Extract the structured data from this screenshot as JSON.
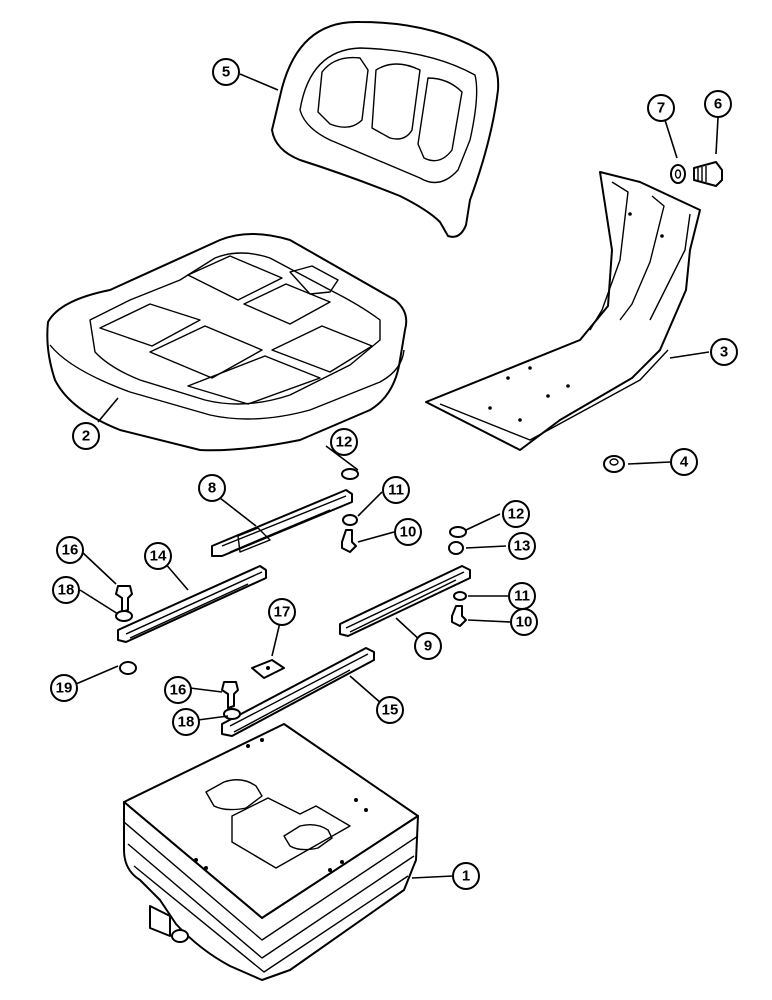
{
  "diagram": {
    "callouts": [
      {
        "id": "c1",
        "label": "1"
      },
      {
        "id": "c2",
        "label": "2"
      },
      {
        "id": "c3",
        "label": "3"
      },
      {
        "id": "c4",
        "label": "4"
      },
      {
        "id": "c5",
        "label": "5"
      },
      {
        "id": "c6",
        "label": "6"
      },
      {
        "id": "c7",
        "label": "7"
      },
      {
        "id": "c8",
        "label": "8"
      },
      {
        "id": "c9",
        "label": "9"
      },
      {
        "id": "c10a",
        "label": "10"
      },
      {
        "id": "c10b",
        "label": "10"
      },
      {
        "id": "c11a",
        "label": "11"
      },
      {
        "id": "c11b",
        "label": "11"
      },
      {
        "id": "c12a",
        "label": "12"
      },
      {
        "id": "c12b",
        "label": "12"
      },
      {
        "id": "c13",
        "label": "13"
      },
      {
        "id": "c14",
        "label": "14"
      },
      {
        "id": "c15",
        "label": "15"
      },
      {
        "id": "c16a",
        "label": "16"
      },
      {
        "id": "c16b",
        "label": "16"
      },
      {
        "id": "c17",
        "label": "17"
      },
      {
        "id": "c18a",
        "label": "18"
      },
      {
        "id": "c18b",
        "label": "18"
      },
      {
        "id": "c19",
        "label": "19"
      }
    ]
  }
}
